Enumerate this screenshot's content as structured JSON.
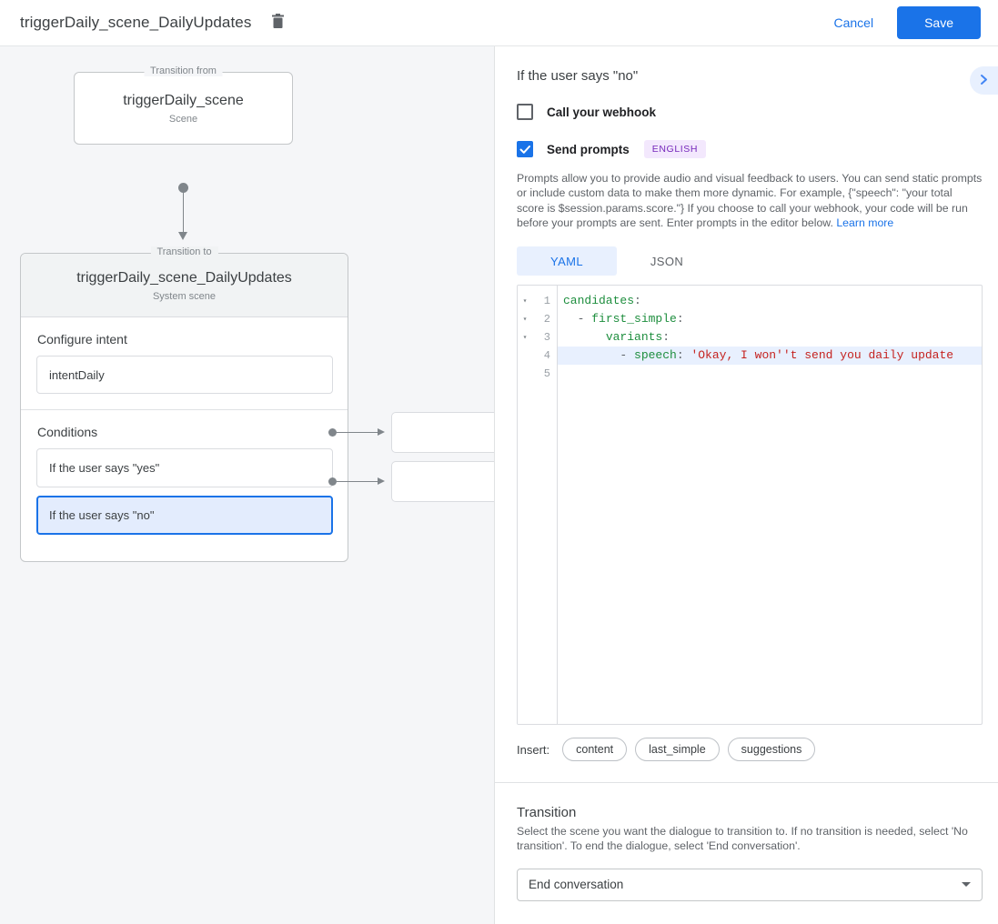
{
  "topbar": {
    "title": "triggerDaily_scene_DailyUpdates",
    "delete_icon": "trash-icon",
    "cancel_label": "Cancel",
    "save_label": "Save",
    "accent_color": "#1a73e8"
  },
  "canvas": {
    "from": {
      "legend": "Transition from",
      "title": "triggerDaily_scene",
      "subtitle": "Scene"
    },
    "to": {
      "legend": "Transition to",
      "title": "triggerDaily_scene_DailyUpdates",
      "subtitle": "System scene"
    },
    "intent": {
      "section_label": "Configure intent",
      "value": "intentDaily"
    },
    "conditions": {
      "section_label": "Conditions",
      "items": [
        {
          "label": "If the user says \"yes\"",
          "selected": false
        },
        {
          "label": "If the user says \"no\"",
          "selected": true
        }
      ]
    }
  },
  "panel": {
    "title": "If the user says \"no\"",
    "collapse_icon": "chevron-right-icon",
    "webhook": {
      "label": "Call your webhook",
      "checked": false
    },
    "prompts": {
      "label": "Send prompts",
      "checked": true,
      "badge": "ENGLISH",
      "badge_color": "#7627bb",
      "description": "Prompts allow you to provide audio and visual feedback to users. You can send static prompts or include custom data to make them more dynamic. For example, {\"speech\": \"your total score is $session.params.score.\"} If you choose to call your webhook, your code will be run before your prompts are sent. Enter prompts in the editor below.",
      "learn_more": "Learn more"
    },
    "editor": {
      "tabs": [
        {
          "label": "YAML",
          "active": true
        },
        {
          "label": "JSON",
          "active": false
        }
      ],
      "lines": [
        {
          "num": "1",
          "fold": "▾",
          "highlight": false,
          "segments": [
            {
              "t": "candidates",
              "c": "k"
            },
            {
              "t": ":",
              "c": "p"
            }
          ]
        },
        {
          "num": "2",
          "fold": "▾",
          "highlight": false,
          "segments": [
            {
              "t": "  - ",
              "c": "p"
            },
            {
              "t": "first_simple",
              "c": "k"
            },
            {
              "t": ":",
              "c": "p"
            }
          ]
        },
        {
          "num": "3",
          "fold": "▾",
          "highlight": false,
          "segments": [
            {
              "t": "      ",
              "c": "p"
            },
            {
              "t": "variants",
              "c": "k"
            },
            {
              "t": ":",
              "c": "p"
            }
          ]
        },
        {
          "num": "4",
          "fold": "",
          "highlight": true,
          "segments": [
            {
              "t": "        - ",
              "c": "p"
            },
            {
              "t": "speech",
              "c": "k"
            },
            {
              "t": ": ",
              "c": "p"
            },
            {
              "t": "'Okay, I won''t send you daily update",
              "c": "s"
            }
          ]
        },
        {
          "num": "5",
          "fold": "",
          "highlight": false,
          "segments": []
        }
      ]
    },
    "insert": {
      "label": "Insert:",
      "chips": [
        "content",
        "last_simple",
        "suggestions"
      ]
    },
    "transition": {
      "title": "Transition",
      "description": "Select the scene you want the dialogue to transition to. If no transition is needed, select 'No transition'. To end the dialogue, select 'End conversation'.",
      "selected": "End conversation",
      "caret_icon": "chevron-down-icon"
    }
  }
}
